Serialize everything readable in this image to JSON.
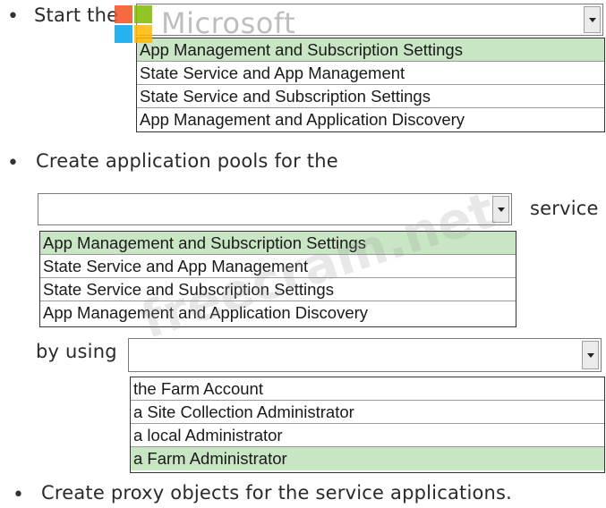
{
  "step1": {
    "bullet": "•",
    "label": "Start the",
    "selected_value": "",
    "options": [
      "App Management and Subscription Settings",
      "State Service and App Management",
      "State Service and Subscription Settings",
      "App Management and Application Discovery"
    ],
    "selected_index": 0
  },
  "step2": {
    "bullet": "•",
    "label": "Create application pools for the",
    "suffix": "service",
    "selected_value": "",
    "options": [
      "App Management and Subscription Settings",
      "State Service and App Management",
      "State Service and Subscription Settings",
      "App Management and Application Discovery"
    ],
    "selected_index": 0
  },
  "step2b": {
    "label": "by using",
    "selected_value": "",
    "options": [
      "the Farm Account",
      "a Site Collection Administrator",
      "a local Administrator",
      "a Farm Administrator"
    ],
    "selected_index": 3
  },
  "step3": {
    "bullet": "•",
    "label": "Create proxy objects for the service applications."
  },
  "logo": {
    "text": "Microsoft",
    "icon": "microsoft-logo-icon",
    "colors": [
      "#f25022",
      "#7fba00",
      "#00a4ef",
      "#ffb900"
    ]
  },
  "watermark": {
    "text": "freecram.net"
  }
}
